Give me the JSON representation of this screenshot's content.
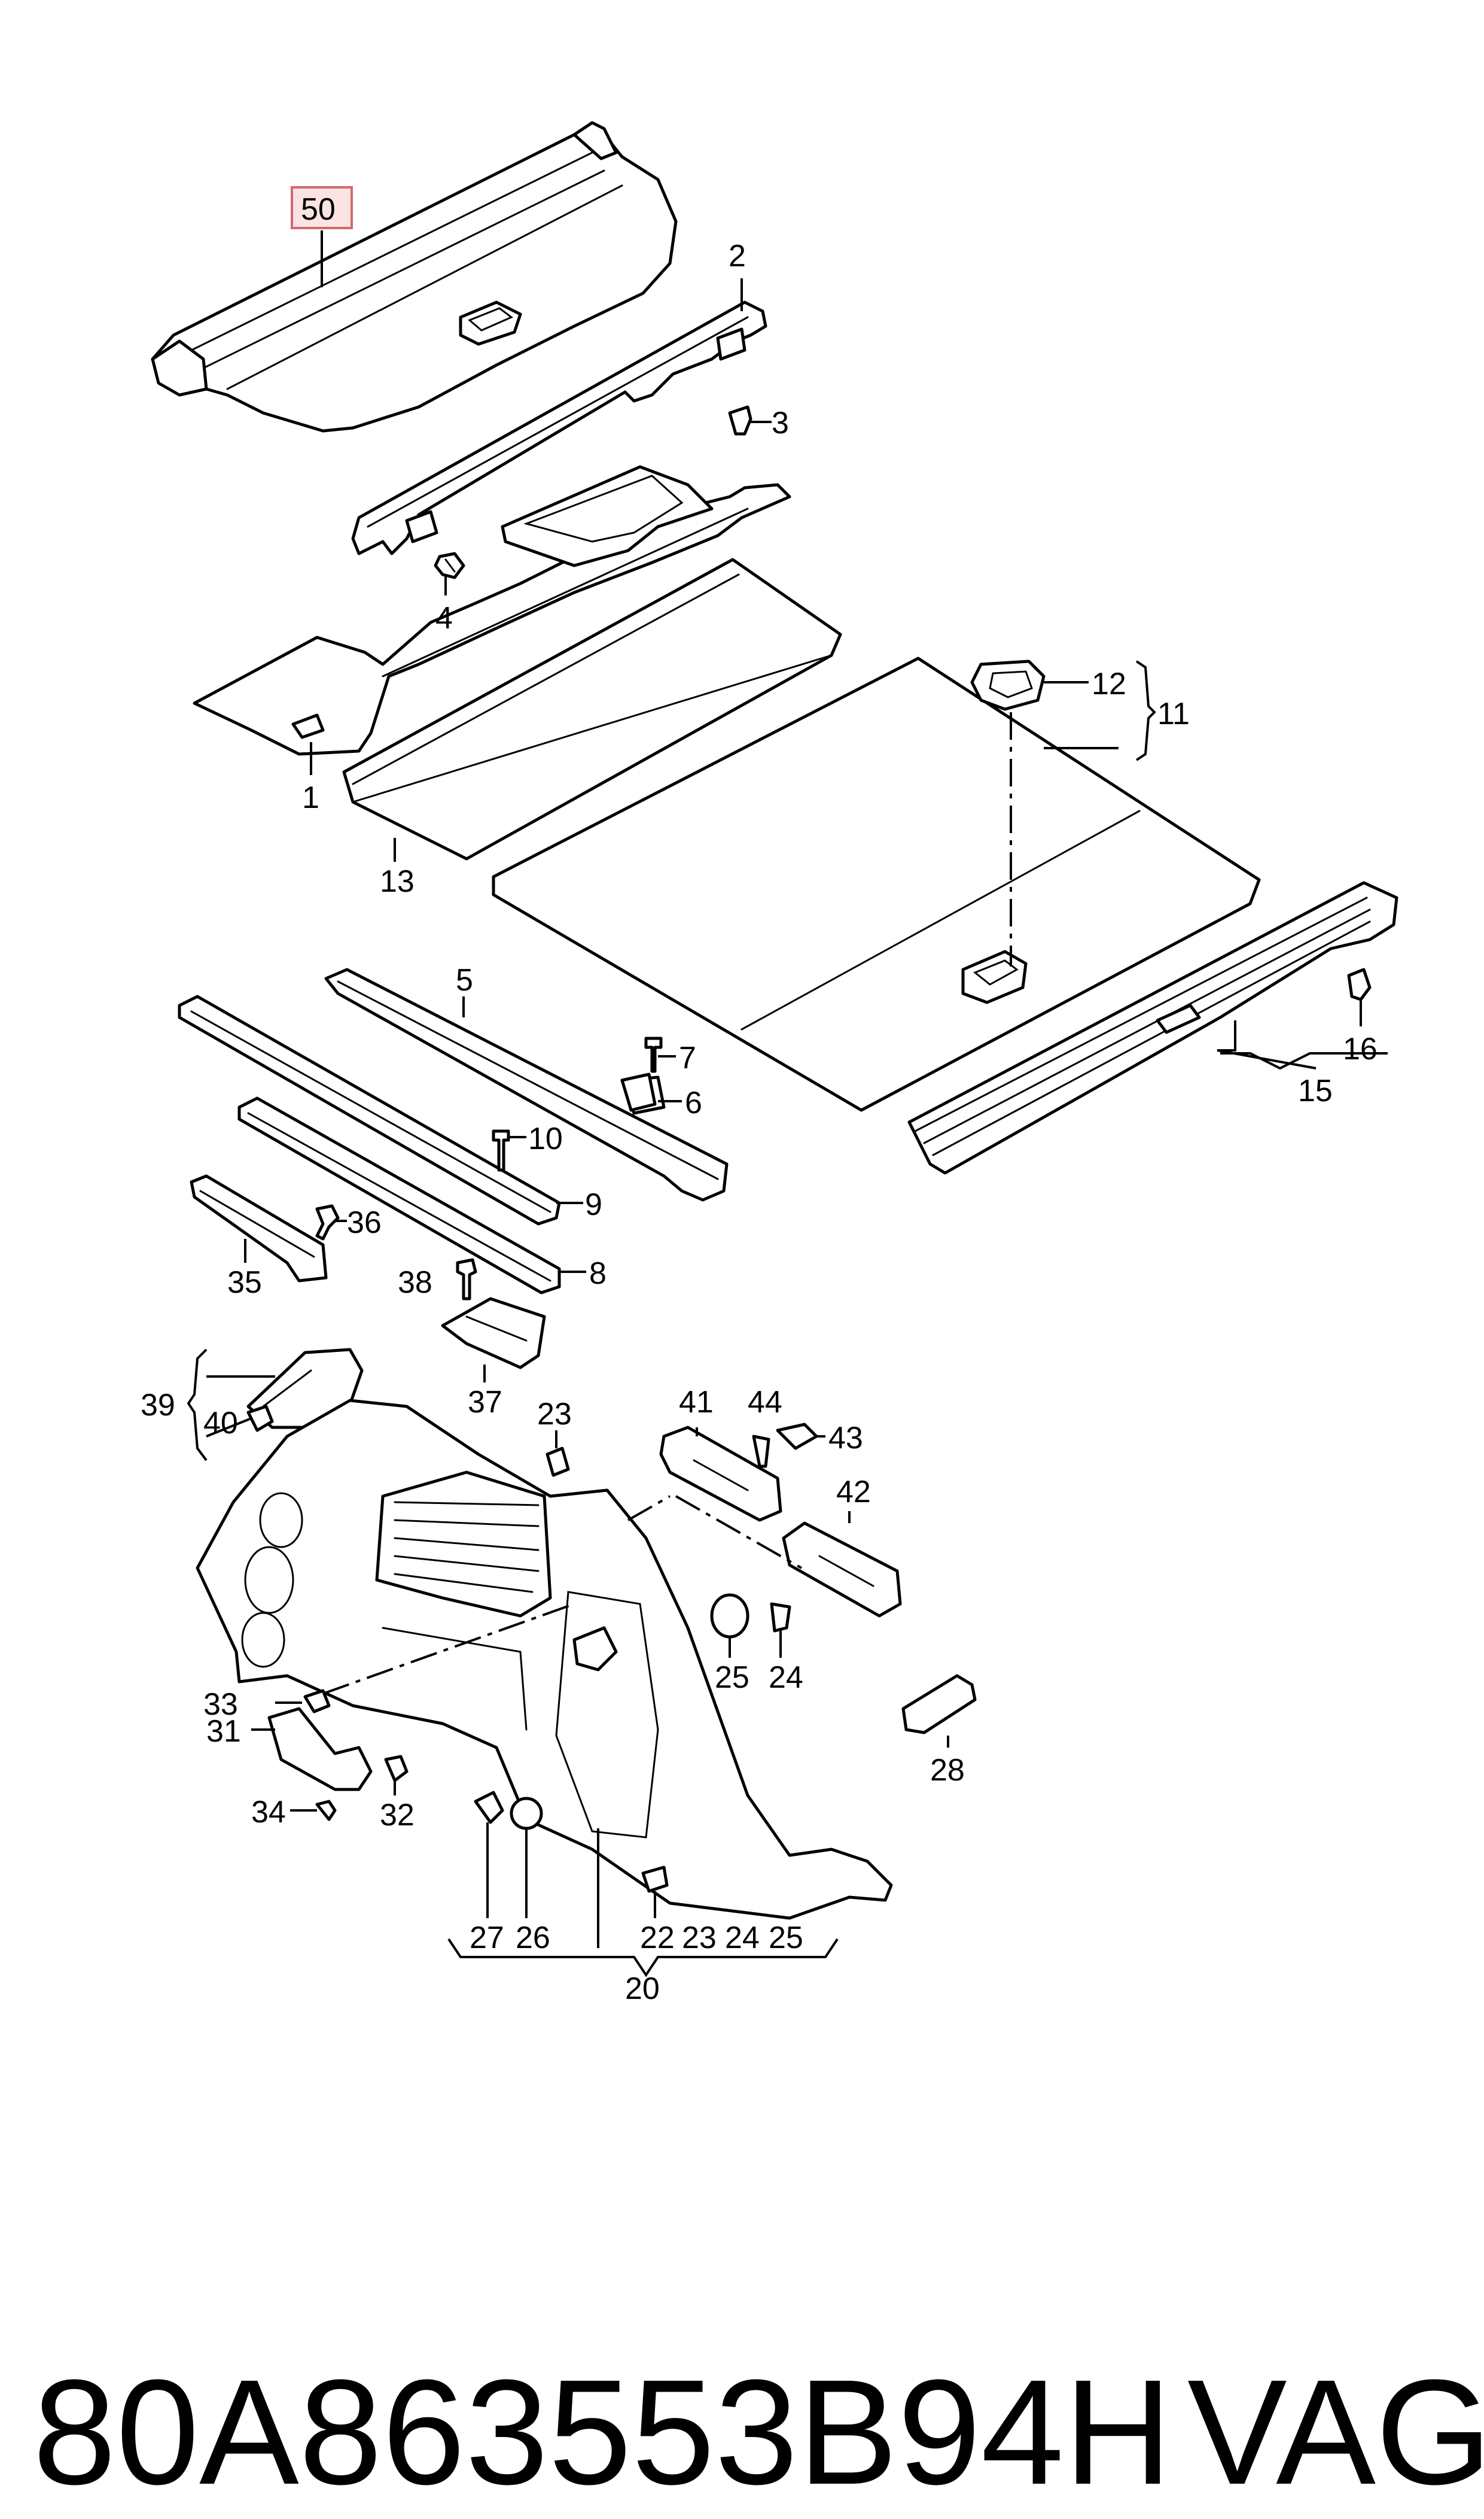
{
  "callouts": {
    "c1": "1",
    "c2": "2",
    "c3": "3",
    "c4": "4",
    "c5": "5",
    "c6": "6",
    "c7": "7",
    "c8": "8",
    "c9": "9",
    "c10": "10",
    "c11": "11",
    "c12": "12",
    "c13": "13",
    "c15": "15",
    "c16": "16",
    "c20": "20",
    "c22": "22",
    "c23": "23",
    "c24": "24",
    "c25": "25",
    "c26": "26",
    "c27": "27",
    "c28": "28",
    "c31": "31",
    "c32": "32",
    "c33": "33",
    "c34": "34",
    "c35": "35",
    "c36": "36",
    "c37": "37",
    "c38": "38",
    "c39": "39",
    "c40": "40",
    "c41": "41",
    "c42": "42",
    "c43": "43",
    "c44": "44",
    "c50": "50"
  },
  "group_20_members": {
    "m22": "22",
    "m23": "23",
    "m24": "24",
    "m25": "25"
  },
  "highlighted_part": "50",
  "highlight_color": "#fbe3e3",
  "footer": {
    "part_number": "80A863553B94H",
    "brand": "VAG"
  }
}
